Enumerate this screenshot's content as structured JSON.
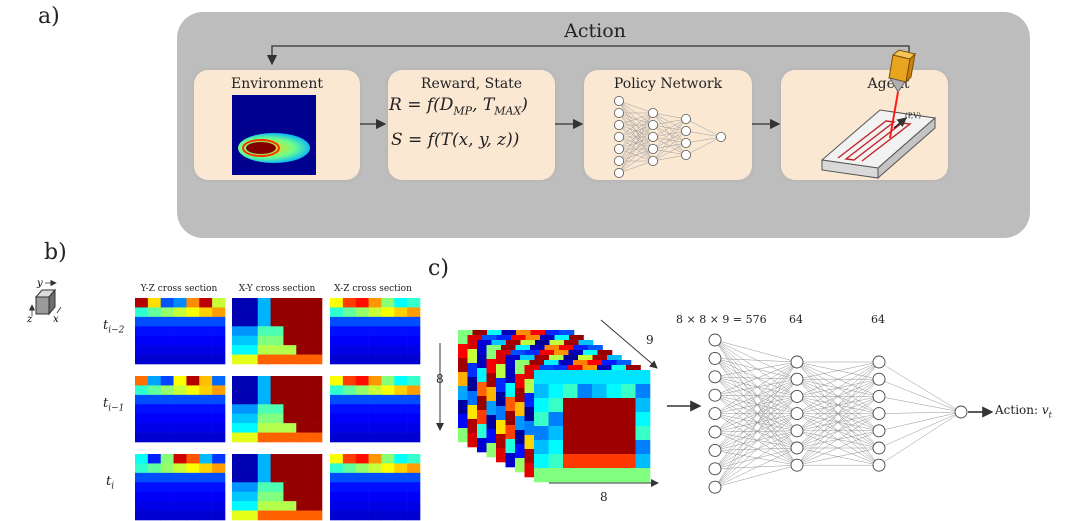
{
  "panels": {
    "a": "a)",
    "b": "b)",
    "c": "c)"
  },
  "loop": {
    "title": "Action",
    "stages": {
      "environment": "Environment",
      "reward_state": "Reward, State",
      "policy_network": "Policy Network",
      "agent": "Agent"
    },
    "agent_params": "(P,V)",
    "reward_eq": {
      "lhs": "R = f(D",
      "sub1": "MP",
      "mid": ", T",
      "sub2": "MAX",
      "rhs": ")"
    },
    "state_eq": "S = f(T(x, y, z))"
  },
  "cross_sections": {
    "axes": {
      "y": "y",
      "z": "z",
      "x": "x"
    },
    "column_labels": [
      "Y-Z cross section",
      "X-Y cross section",
      "X-Z cross section"
    ],
    "row_labels": [
      {
        "base": "t",
        "sub": "i−2"
      },
      {
        "base": "t",
        "sub": "i−1"
      },
      {
        "base": "t",
        "sub": "i"
      }
    ]
  },
  "network": {
    "dim_left": "8",
    "dim_bottom": "8",
    "dim_depth": "9",
    "layer_labels": [
      "8 × 8 × 9 = 576",
      "64",
      "64"
    ],
    "output_label": "Action: ",
    "output_var": "v",
    "output_sub": "t"
  },
  "colors": {
    "gray_box": "#bdbdbd",
    "stage_fill": "#fbe8d3",
    "jet_dark_blue": "#00008f",
    "jet_dark_red": "#800000"
  }
}
